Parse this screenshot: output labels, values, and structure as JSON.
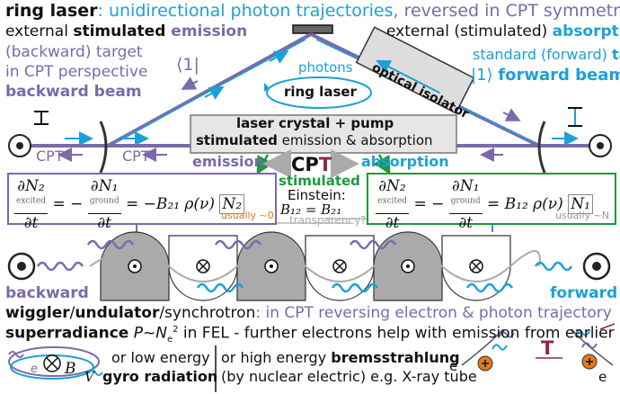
{
  "title": {
    "part1": "ring laser",
    "part2": ": unidirectional photon trajectories",
    "part3": ", reversed in CPT symmetry"
  },
  "left": {
    "line1a": "external ",
    "line1b": "stimulated",
    "line1c": " emission",
    "line2": "(backward) target",
    "line3": "in CPT perspective",
    "line4": "backward beam",
    "ket": "⟨1|"
  },
  "right": {
    "line1a": "external (stimulated) ",
    "line1b": "absorption",
    "line2a": "standard (forward) ",
    "line2b": "target",
    "ket": "|1⟩",
    "beam": "forward beam"
  },
  "center": {
    "photons": "photons",
    "ring_laser": "ring laser",
    "optical_isolator": "optical isolator",
    "crystal_line1": "laser crystal + pump",
    "crystal_line2a": "stimulated",
    "crystal_line2b": " emission & absorption",
    "cpt1": "CPT",
    "cpt2": "CPT",
    "emission": "emission",
    "absorption": "absorption",
    "cpt_big_c": "C",
    "cpt_big_p": "P",
    "cpt_big_t": "T",
    "stimulated": "stimulated",
    "einstein": "Einstein:",
    "einstein_eq": "B₁₂ = B₂₁",
    "transparency": "transparency?"
  },
  "eq_left": {
    "n2": "∂N₂",
    "sup_excited": "excited",
    "dt": "∂t",
    "n1": "∂N₁",
    "sup_ground": "ground",
    "rhs": "= −B₂₁ ρ(ν)",
    "box": "N₂",
    "note": "usually ~0"
  },
  "eq_right": {
    "n2": "∂N₂",
    "sup_excited": "excited",
    "dt": "∂t",
    "n1": "∂N₁",
    "sup_ground": "ground",
    "rhs": "= B₁₂ ρ(ν)",
    "box": "N₁",
    "note": "usually ~N"
  },
  "wiggler": {
    "backward": "backward",
    "forward": "forward",
    "line1a": "wiggler",
    "line1b": "/",
    "line1c": "undulator",
    "line1d": "/synchrotron",
    "line1e": ": in CPT reversing electron & photon trajectory",
    "line2a": "superradiance",
    "line2b": " P~N",
    "line2c": "e",
    "line2d": "2",
    "line2e": " in FEL - further electrons help with emission from earlier"
  },
  "bottom": {
    "gyro1": "or low energy",
    "gyro2": "gyro radiation",
    "brems1a": "or high energy ",
    "brems1b": "bremsstrahlung",
    "brems2": "(by nuclear electric) e.g. X-ray tube",
    "e_label": "e",
    "B_label": "B",
    "V_label": "V",
    "T_label": "T",
    "e1": "e",
    "e2": "e"
  },
  "colors": {
    "purple": "#7b6aaa",
    "cyan": "#1ba1d8",
    "green": "#1a9b3c",
    "maroon": "#8b2a4a",
    "orange": "#e07a1a"
  }
}
